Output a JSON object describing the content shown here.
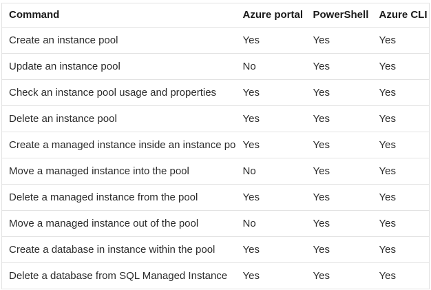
{
  "colors": {
    "border": "#e2e2e2",
    "header_text": "#1a1a1a",
    "body_text": "#2b2b2b",
    "background": "#ffffff"
  },
  "table": {
    "columns": [
      "Command",
      "Azure portal",
      "PowerShell",
      "Azure CLI"
    ],
    "rows": [
      [
        "Create an instance pool",
        "Yes",
        "Yes",
        "Yes"
      ],
      [
        "Update an instance pool",
        "No",
        "Yes",
        "Yes"
      ],
      [
        "Check an instance pool usage and properties",
        "Yes",
        "Yes",
        "Yes"
      ],
      [
        "Delete an instance pool",
        "Yes",
        "Yes",
        "Yes"
      ],
      [
        "Create a managed instance inside an instance pool",
        "Yes",
        "Yes",
        "Yes"
      ],
      [
        "Move a managed instance into the pool",
        "No",
        "Yes",
        "Yes"
      ],
      [
        "Delete a managed instance from the pool",
        "Yes",
        "Yes",
        "Yes"
      ],
      [
        "Move a managed instance out of the pool",
        "No",
        "Yes",
        "Yes"
      ],
      [
        "Create a database in instance within the pool",
        "Yes",
        "Yes",
        "Yes"
      ],
      [
        "Delete a database from SQL Managed Instance",
        "Yes",
        "Yes",
        "Yes"
      ]
    ]
  }
}
